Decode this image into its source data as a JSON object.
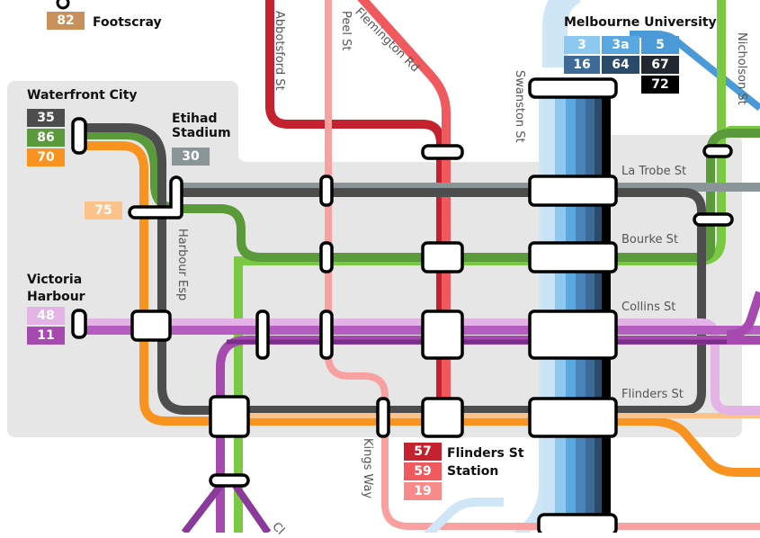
{
  "colors": {
    "route_35": "#4d4d4d",
    "route_86": "#5a9a3a",
    "route_70": "#f7931e",
    "route_30": "#8a9597",
    "route_75": "#fbc38a",
    "route_48": "#e3b3e6",
    "route_11": "#a64ab0",
    "route_82": "#c8905a",
    "route_57": "#c4222f",
    "route_59": "#f05a5e",
    "route_19": "#f88a8a",
    "route_3": "#8cc8f0",
    "route_3a": "#5aa8e0",
    "route_5": "#4a9ad8",
    "route_16": "#3d6a96",
    "route_64": "#2a4a6a",
    "route_67": "#222831",
    "route_72": "#000000",
    "cbd_zone": "#e6e6e6",
    "stop_marker": "#ffffff"
  },
  "stops": {
    "footscray": "Footscray",
    "waterfront_city": "Waterfront City",
    "etihad_stadium": "Etihad Stadium",
    "victoria_harbour": "Victoria Harbour",
    "melbourne_university": "Melbourne University",
    "flinders_st_station": "Flinders St Station"
  },
  "streets": {
    "abbotsford": "Abbotsford St",
    "peel": "Peel St",
    "flemington": "Flemington Rd",
    "swanston": "Swanston St",
    "nicholson": "Nicholson St",
    "latrobe": "La Trobe St",
    "bourke": "Bourke St",
    "collins": "Collins St",
    "flinders": "Flinders St",
    "harbour_esp": "Harbour Esp",
    "kings_way": "Kings Way",
    "clarendon": "Cl"
  },
  "routes": {
    "r82": "82",
    "r35": "35",
    "r86": "86",
    "r70": "70",
    "r30": "30",
    "r75": "75",
    "r48": "48",
    "r11": "11",
    "r3": "3",
    "r3a": "3a",
    "r5": "5",
    "r16": "16",
    "r64": "64",
    "r67": "67",
    "r72": "72",
    "r57": "57",
    "r59": "59",
    "r19": "19"
  }
}
